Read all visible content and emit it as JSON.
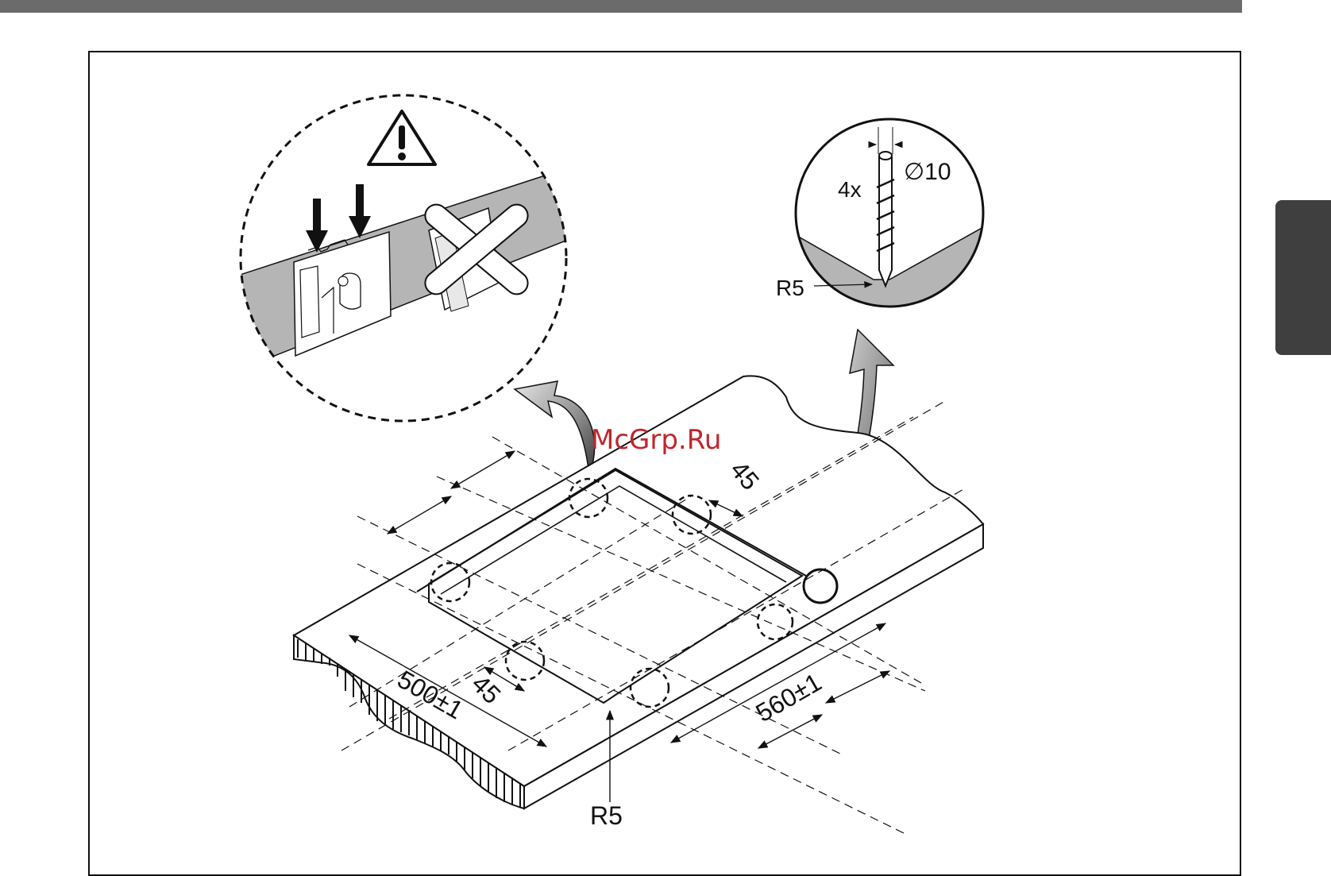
{
  "watermark": "McGrp.Ru",
  "detail_right": {
    "count": "4x",
    "diameter": "∅10",
    "radius": "R5"
  },
  "main_drawing": {
    "dim_width": "500±1",
    "dim_depth": "560±1",
    "dim_offset_front": "45",
    "dim_offset_back": "45",
    "corner_radius": "R5"
  },
  "colors": {
    "header_bar": "#6b6b6b",
    "side_tab": "#3f3f3f",
    "watermark": "#c0262b",
    "worktop_strip": "#b5b5b5"
  },
  "icons": [
    "warning-triangle-icon",
    "down-arrow-icon",
    "curved-arrow-icon",
    "screw-icon",
    "clip-icon"
  ]
}
